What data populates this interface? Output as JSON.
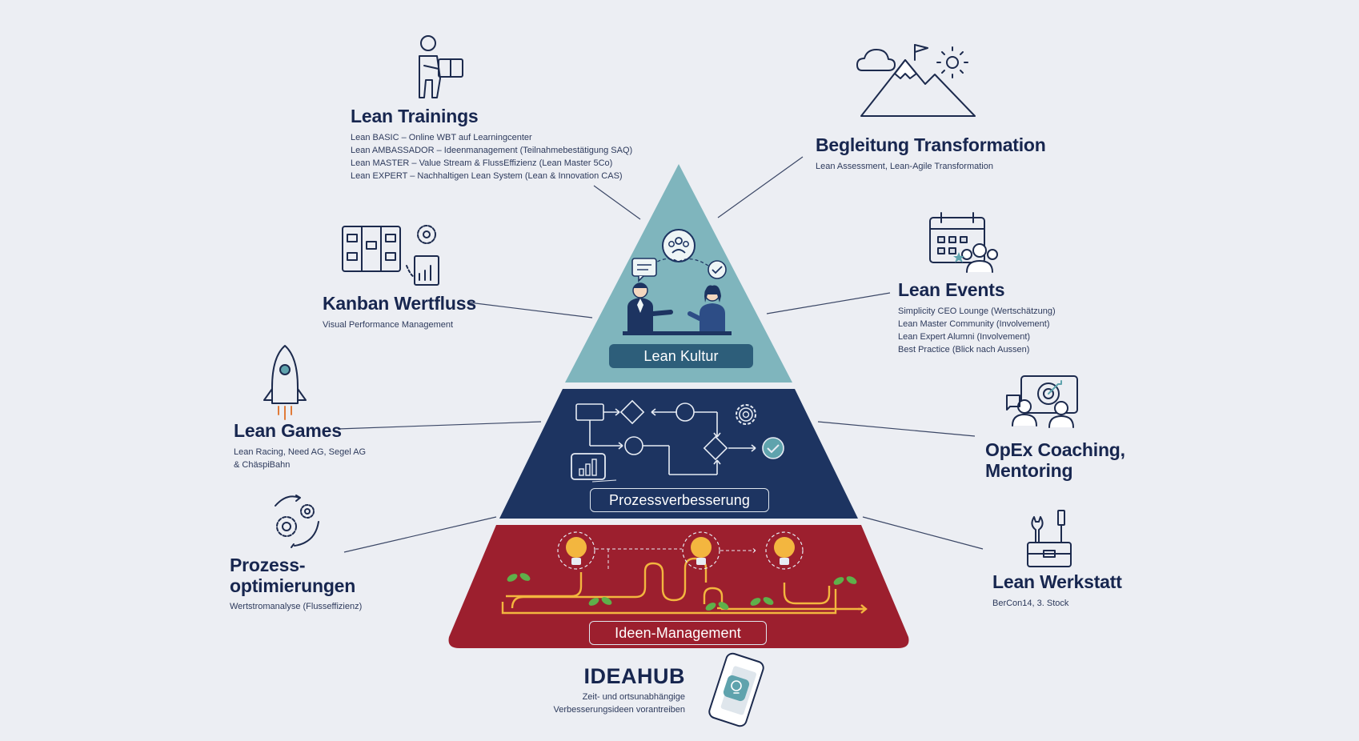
{
  "pyramid": {
    "top": {
      "label": "Lean Kultur",
      "color": "#7fb5bd"
    },
    "middle": {
      "label": "Prozessverbesserung",
      "color": "#1d3461"
    },
    "bottom": {
      "label": "Ideen-Management",
      "color": "#9c1f2e"
    }
  },
  "blocks": {
    "lean_trainings": {
      "title": "Lean Trainings",
      "lines": [
        "Lean BASIC – Online WBT auf Learningcenter",
        "Lean AMBASSADOR – Ideenmanagement (Teilnahmebestätigung SAQ)",
        "Lean MASTER – Value Stream & FlussEffizienz (Lean Master 5Co)",
        "Lean EXPERT – Nachhaltigen Lean System (Lean & Innovation CAS)"
      ]
    },
    "begleitung": {
      "title": "Begleitung Transformation",
      "lines": [
        "Lean Assessment, Lean-Agile Transformation"
      ]
    },
    "kanban": {
      "title": "Kanban Wertfluss",
      "lines": [
        "Visual Performance Management"
      ]
    },
    "lean_events": {
      "title": "Lean Events",
      "lines": [
        "Simplicity CEO Lounge (Wertschätzung)",
        "Lean Master Community (Involvement)",
        "Lean Expert Alumni (Involvement)",
        "Best Practice (Blick nach Aussen)"
      ]
    },
    "lean_games": {
      "title": "Lean Games",
      "lines": [
        "Lean Racing, Need AG, Segel AG",
        "& ChäspiBahn"
      ]
    },
    "opex": {
      "title_lines": [
        "OpEx Coaching,",
        "Mentoring"
      ]
    },
    "prozessopt": {
      "title_lines": [
        "Prozess-",
        "optimierungen"
      ],
      "lines": [
        "Wertstromanalyse (Flusseffizienz)"
      ]
    },
    "werkstatt": {
      "title": "Lean Werkstatt",
      "lines": [
        "BerCon14, 3. Stock"
      ]
    },
    "ideahub": {
      "title": "IDEAHUB",
      "lines": [
        "Zeit- und ortsunabhängige",
        "Verbesserungsideen vorantreiben"
      ]
    }
  },
  "icons": [
    "person-with-box-icon",
    "mountain-flag-icon",
    "kanban-board-icon",
    "calendar-people-icon",
    "rocket-icon",
    "coaching-target-icon",
    "gears-cycle-icon",
    "toolbox-icon",
    "smartphone-bulb-icon",
    "team-icon",
    "chat-icon",
    "check-icon",
    "people-meeting-icon",
    "gear-icon",
    "bar-chart-icon",
    "lightbulb-icon",
    "sprout-icon"
  ],
  "colors": {
    "background": "#eceef3",
    "text": "#17264f",
    "teal": "#7fb5bd",
    "navy": "#1d3461",
    "red": "#9c1f2e",
    "accent_yellow": "#f3b63f"
  }
}
